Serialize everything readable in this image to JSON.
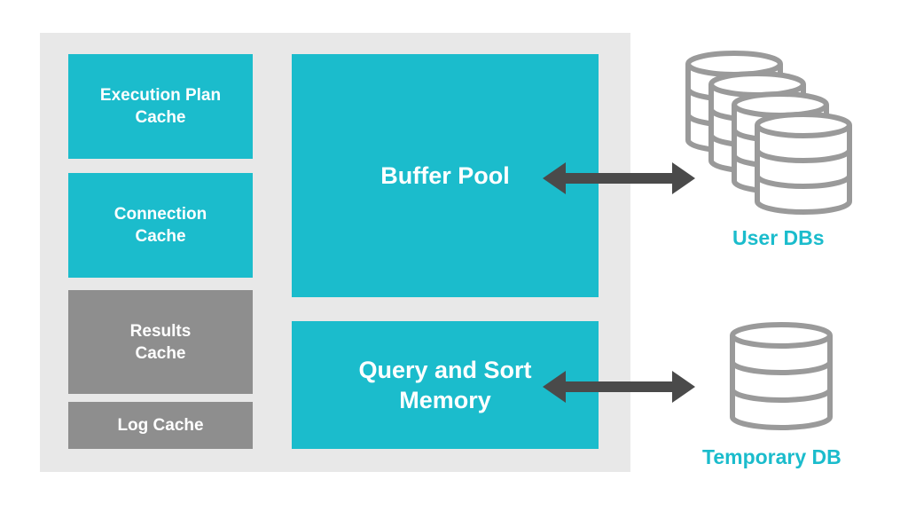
{
  "memory": {
    "execution_plan_cache": "Execution Plan\nCache",
    "connection_cache": "Connection\nCache",
    "results_cache": "Results\nCache",
    "log_cache": "Log Cache",
    "buffer_pool": "Buffer Pool",
    "query_sort_memory": "Query and Sort\nMemory"
  },
  "storage": {
    "user_dbs": "User DBs",
    "temporary_db": "Temporary DB"
  },
  "colors": {
    "teal": "#1bbccc",
    "gray": "#8e8e8e",
    "background_panel": "#e8e8e8",
    "arrow": "#4a4a4a",
    "db_outline": "#9a9a9a"
  }
}
